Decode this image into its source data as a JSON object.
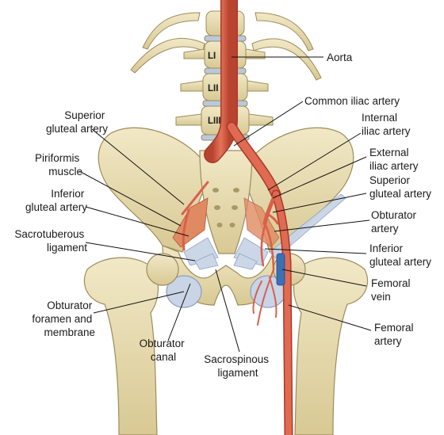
{
  "vertebra_labels": [
    "LI",
    "LII",
    "LIII"
  ],
  "labels": {
    "aorta": [
      "Aorta"
    ],
    "common_iliac": [
      "Common iliac artery"
    ],
    "internal_iliac": [
      "Internal",
      "iliac artery"
    ],
    "external_iliac": [
      "External",
      "iliac artery"
    ],
    "superior_gluteal_right": [
      "Superior",
      "gluteal artery"
    ],
    "obturator_artery": [
      "Obturator",
      "artery"
    ],
    "inferior_gluteal_right": [
      "Inferior",
      "gluteal artery"
    ],
    "femoral_vein": [
      "Femoral",
      "vein"
    ],
    "femoral_artery": [
      "Femoral",
      "artery"
    ],
    "superior_gluteal_left": [
      "Superior",
      "gluteal artery"
    ],
    "piriformis": [
      "Piriformis",
      "muscle"
    ],
    "inferior_gluteal_left": [
      "Inferior",
      "gluteal artery"
    ],
    "sacrotuberous": [
      "Sacrotuberous",
      "ligament"
    ],
    "obturator_foramen": [
      "Obturator",
      "foramen and",
      "membrane"
    ],
    "obturator_canal": [
      "Obturator",
      "canal"
    ],
    "sacrospinous": [
      "Sacrospinous",
      "ligament"
    ]
  },
  "colors": {
    "bone": "#e9dfb6",
    "bone_shadow": "#cbbd8a",
    "disc": "#b9c9dc",
    "artery": "#d9604a",
    "artery_dark": "#a83a28",
    "vein": "#3d6fb5",
    "muscle": "#e08a62",
    "ligament": "#c9d4e6"
  }
}
